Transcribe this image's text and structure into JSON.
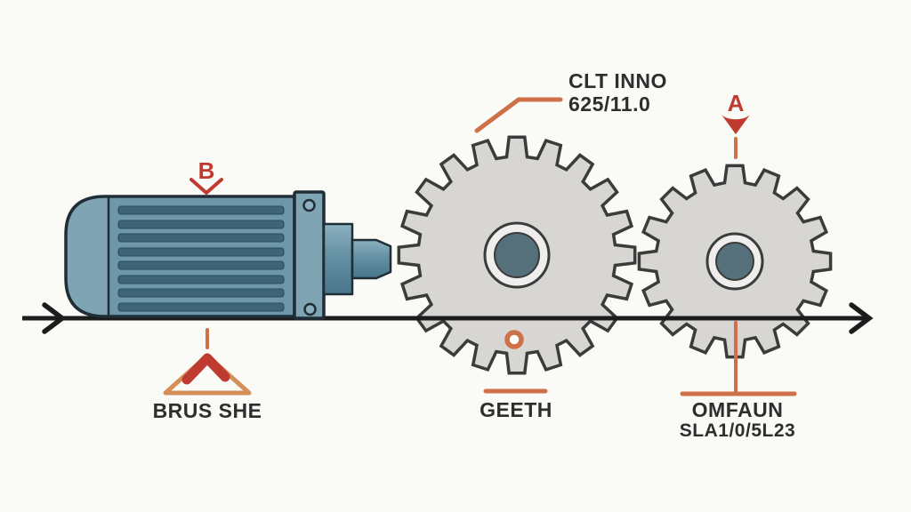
{
  "diagram": {
    "type": "motor-gear-drivetrain-schematic",
    "colors": {
      "bg": "#FAFAF7",
      "ink": "#1C1C1C",
      "text": "#2E2E2E",
      "orange": "#CE7048",
      "orange-soft": "#D58F58",
      "red": "#BF3A2F",
      "motor-body": "#7FA5B4",
      "motor-panel": "#6E98AA",
      "motor-fin": "#3E6577",
      "motor-outline": "#1F2D36",
      "gear-fill": "#D8D6D2",
      "gear-stroke": "#3B3B3B",
      "hub-ring": "#EFEEEC",
      "hub-core": "#55707A"
    },
    "motor": {
      "marker": "B",
      "label": "BRUS SHE"
    },
    "gear_large": {
      "teeth": 20,
      "callout_line1": "CLT INNO",
      "callout_line2": "625/11.0",
      "label": "GEETH"
    },
    "gear_small": {
      "teeth": 16,
      "marker": "A",
      "label_line1": "OMFAUN",
      "label_line2": "SLA1/0/5L23"
    }
  }
}
